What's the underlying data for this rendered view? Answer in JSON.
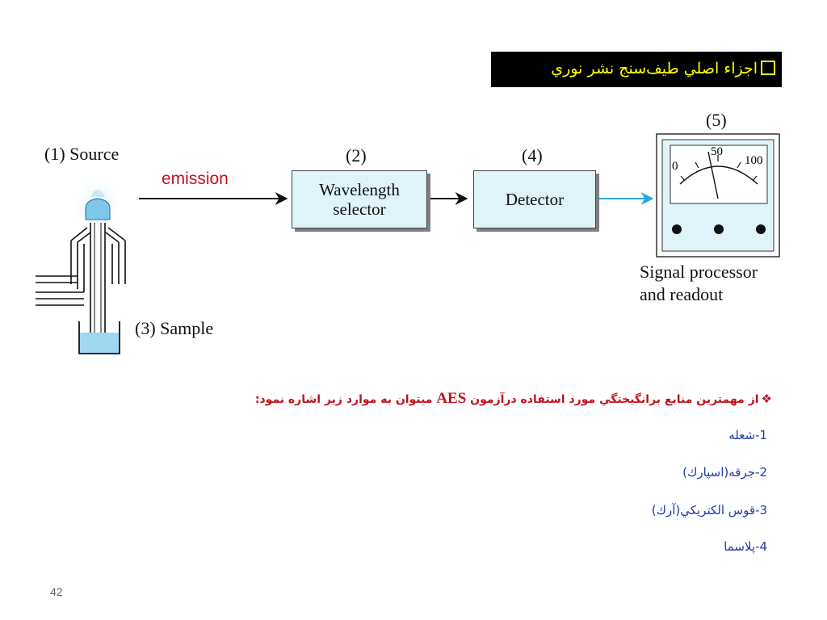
{
  "slide": {
    "title": "اجزاء اصلي طيف‌سنج نشر نوري",
    "page_number": "42"
  },
  "diagram": {
    "source_label": "(1) Source",
    "emission_label": "emission",
    "sample_label": "(3) Sample",
    "selector_number": "(2)",
    "selector_line1": "Wavelength",
    "selector_line2": "selector",
    "detector_number": "(4)",
    "detector_label": "Detector",
    "readout_number": "(5)",
    "meter_scale_0": "0",
    "meter_scale_50": "50",
    "meter_scale_100": "100",
    "readout_line1": "Signal processor",
    "readout_line2": "and readout"
  },
  "text": {
    "bullet_before": "از مهمترين منابع برانگيختگي مورد استفاده درآزمون ",
    "bullet_aes": "AES",
    "bullet_after": " ميتوان به موارد زير اشاره نمود:",
    "items": [
      "1-شعله",
      "2-جرقه(اسپارك)",
      "3-قوس الكتريكي(آرك)",
      "4-پلاسما"
    ]
  },
  "colors": {
    "title_bg": "#000000",
    "title_text": "#ffff00",
    "emission_red": "#c0121e",
    "list_blue": "#1f3aa8",
    "box_fill": "#dff3f9",
    "arrow_blue": "#29a8e0"
  }
}
